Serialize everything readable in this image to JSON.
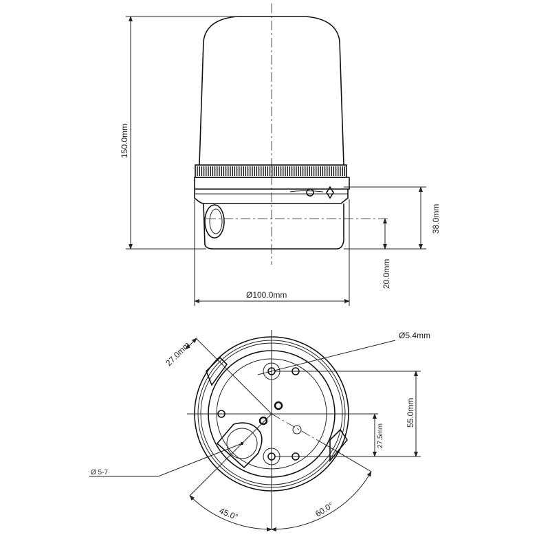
{
  "side_view": {
    "height_label": "150.0mm",
    "base_height_label": "38.0mm",
    "mount_height_label": "20.0mm",
    "diameter_label": "Ø100.0mm"
  },
  "bottom_view": {
    "hole_diameter_label": "Ø5.4mm",
    "radius_label": "27.0mm",
    "hole_spacing_label": "55.0mm",
    "half_spacing_label": "27.5mm",
    "cable_entry_label": "Ø 5-7",
    "angle_left_label": "45.0°",
    "angle_right_label": "60.0°"
  }
}
